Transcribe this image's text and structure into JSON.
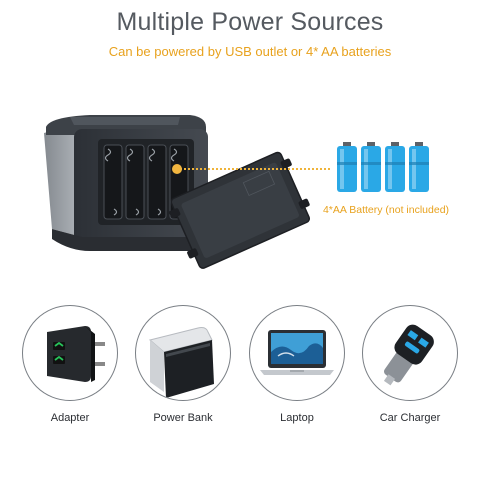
{
  "header": {
    "title": "Multiple Power Sources",
    "subtitle": "Can be powered by USB outlet or 4* AA batteries"
  },
  "battery": {
    "caption": "4*AA Battery (not included)",
    "count": 4,
    "color": "#2aa8e6"
  },
  "sources": [
    {
      "label": "Adapter",
      "icon": "adapter-icon"
    },
    {
      "label": "Power Bank",
      "icon": "power-bank-icon"
    },
    {
      "label": "Laptop",
      "icon": "laptop-icon"
    },
    {
      "label": "Car Charger",
      "icon": "car-charger-icon"
    }
  ],
  "colors": {
    "accent": "#e8a21e",
    "title": "#555a60",
    "device": "#3a3e44"
  }
}
